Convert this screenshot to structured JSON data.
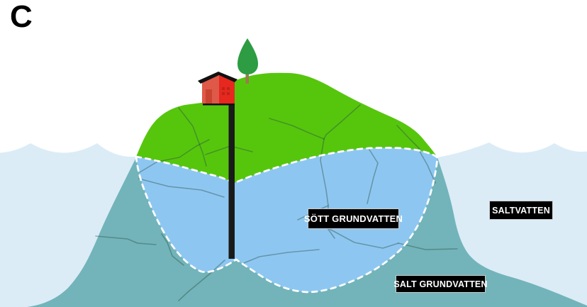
{
  "figure_label": "C",
  "labels": {
    "fresh_groundwater": "SÖTT GRUNDVATTEN",
    "saltwater": "SALTVATTEN",
    "salt_groundwater": "SALT GRUNDVATTEN"
  },
  "colors": {
    "sky": "#ffffff",
    "sea": "#dbecf7",
    "fresh_lens": "#8dc7f1",
    "salt_ground": "#72b4b9",
    "land": "#56c60d",
    "tree_foliage": "#2d9c42",
    "tree_trunk": "#9a7a50",
    "house_front": "#df5948",
    "house_gable": "#e6281f",
    "house_door": "#c94330",
    "house_window": "#bf2317",
    "roof": "#111111",
    "well_pipe": "#1a1a1a",
    "boundary_dash": "#ffffff",
    "label_bg": "#000000",
    "label_text": "#ffffff"
  }
}
